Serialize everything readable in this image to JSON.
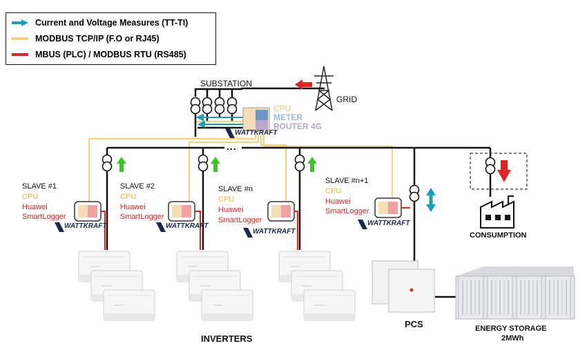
{
  "legend": {
    "items": [
      {
        "label": "Current and Voltage Measures (TT-TI)",
        "color": "#1a9fb5",
        "kind": "arrow"
      },
      {
        "label": "MODBUS TCP/IP (F.O or RJ45)",
        "color": "#f3d27a",
        "kind": "line"
      },
      {
        "label": "MBUS (PLC) / MODBUS RTU (RS485)",
        "color": "#e52222",
        "kind": "line"
      }
    ]
  },
  "labels": {
    "substation": "SUBSTATION",
    "grid": "GRID",
    "ellipsis": "...",
    "meter_cpu": "CPU",
    "meter_meter": "METER",
    "meter_router": "ROUTER 4G",
    "brand": "WATTKRAFT",
    "cpu": "CPU",
    "huawei": "Huawei",
    "smartlogger": "SmartLogger",
    "inverters": "INVERTERS",
    "pcs": "PCS",
    "consumption": "CONSUMPTION",
    "energy_storage": "ENERGY STORAGE",
    "capacity": "2MWh"
  },
  "slaves": [
    {
      "name": "SLAVE #1"
    },
    {
      "name": "SLAVE #2"
    },
    {
      "name": "SLAVE #n"
    },
    {
      "name": "SLAVE #n+1"
    }
  ],
  "colors": {
    "bus": "#111111",
    "tcp": "#f3d27a",
    "rtu": "#e52222",
    "measure": "#1a9fb5",
    "up_arrow": "#3ec42a",
    "grid_arrow": "#e52222",
    "cpu_text": "#e8b83a",
    "meter_text": "#9ab8d8",
    "router_text": "#b9a7cf"
  }
}
